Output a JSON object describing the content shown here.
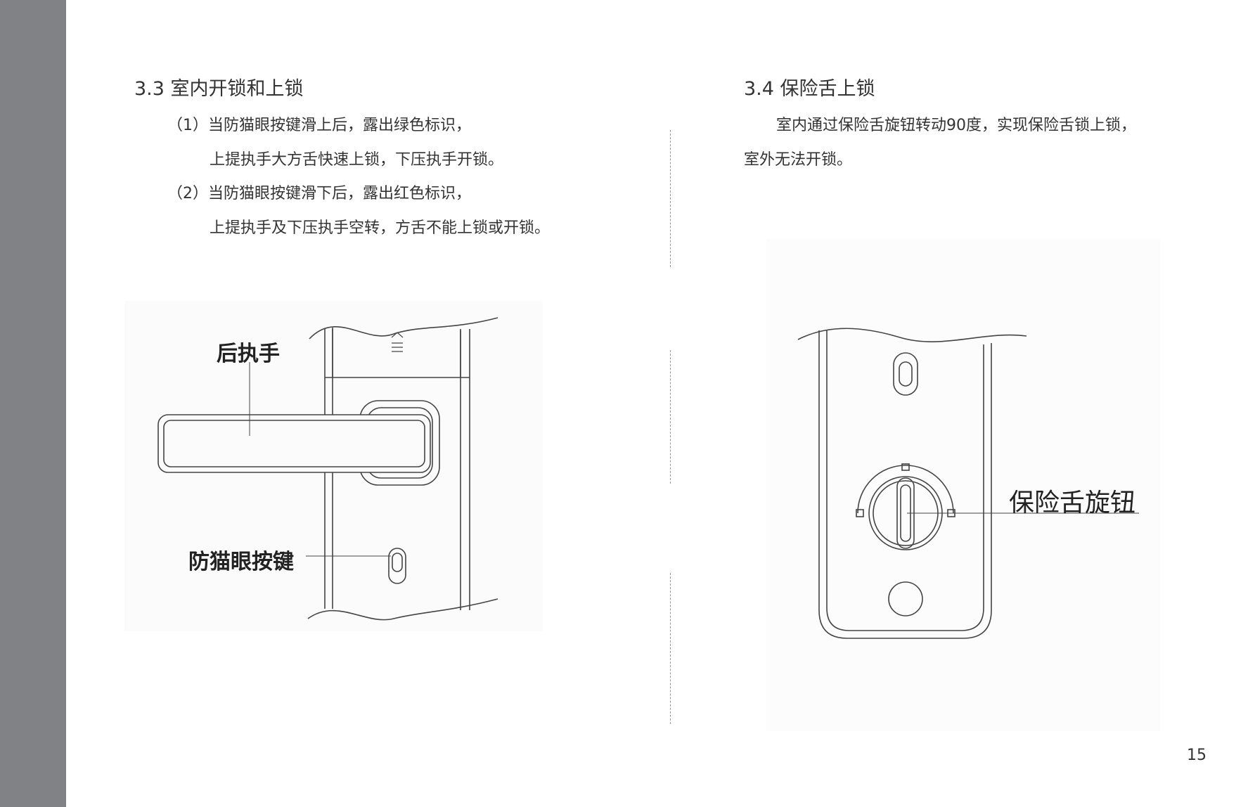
{
  "section_left": {
    "heading": "3.3 室内开锁和上锁",
    "items": [
      {
        "line1": "（1）当防猫眼按键滑上后，露出绿色标识，",
        "line2": "上提执手大方舌快速上锁，下压执手开锁。"
      },
      {
        "line1": "（2）当防猫眼按键滑下后，露出红色标识，",
        "line2": "上提执手及下压执手空转，方舌不能上锁或开锁。"
      }
    ],
    "figure_labels": {
      "handle": "后执手",
      "button": "防猫眼按键"
    }
  },
  "section_right": {
    "heading": "3.4 保险舌上锁",
    "para_line1": "室内通过保险舌旋钮转动90度，实现保险舌锁上锁，",
    "para_line2": "室外无法开锁。",
    "figure_labels": {
      "knob": "保险舌旋钮"
    }
  },
  "page_number": "15"
}
